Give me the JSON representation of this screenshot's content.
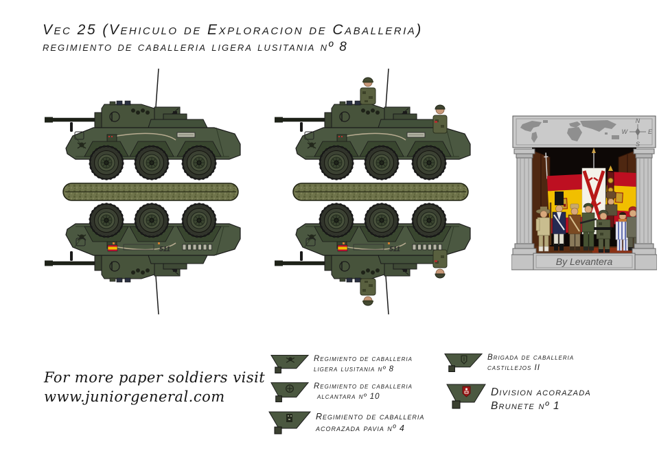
{
  "title": {
    "line1": "Vec 25  (Vehiculo de Exploracion de Caballeria)",
    "line2": "regimiento de caballeria ligera lusitania nº 8"
  },
  "footer": {
    "line1": "For more paper soldiers visit",
    "line2": "www.juniorgeneral.com"
  },
  "vehicle": {
    "side_number": "511"
  },
  "emblem": {
    "credit": "By Levantera",
    "compass": {
      "n": "N",
      "w": "W",
      "e": "E",
      "s": "S"
    }
  },
  "legend": {
    "left": [
      {
        "name": "lusitania",
        "line1": "Regimiento de caballeria",
        "line2": "ligera lusitania nº 8"
      },
      {
        "name": "alcantara",
        "line1": "Regimiento de caballeria",
        "line2": "alcantara nº 10"
      },
      {
        "name": "pavia",
        "line1": "Regimiento de caballeria",
        "line2": "acorazada pavia nº 4"
      }
    ],
    "right": [
      {
        "name": "castillejos",
        "line1": "Brigada de caballeria",
        "line2": "castillejos II"
      },
      {
        "name": "brunete",
        "line1": "Division acorazada",
        "line2": "Brunete nº 1"
      }
    ]
  },
  "colors": {
    "hull_green": "#4b5841",
    "turret_green": "#47533b",
    "base_olive": "#6f744b",
    "flag_red": "#c8102e",
    "flag_yellow": "#f1bf00",
    "stone_gray": "#c9c9c9"
  }
}
